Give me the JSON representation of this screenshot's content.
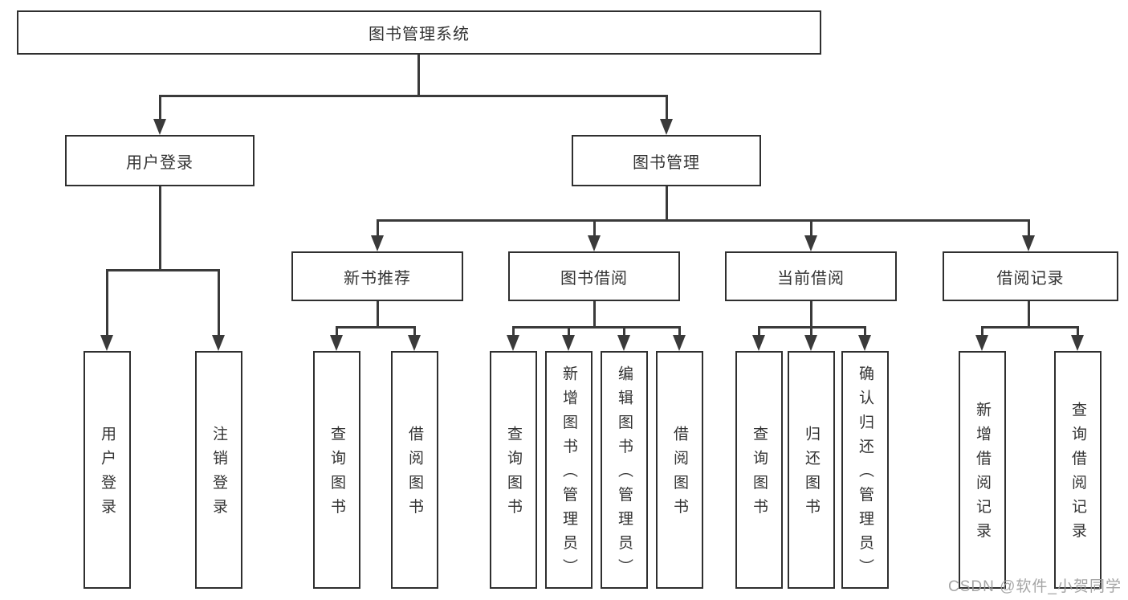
{
  "diagram": {
    "title": "图书管理系统",
    "colors": {
      "line": "#3a3a3a",
      "box_border": "#2f2f2f",
      "text": "#333333",
      "watermark": "#9c9c9c"
    },
    "branches": [
      {
        "label": "用户登录",
        "children": [
          {
            "label": "用户登录"
          },
          {
            "label": "注销登录"
          }
        ]
      },
      {
        "label": "图书管理",
        "children": [
          {
            "label": "新书推荐",
            "children": [
              {
                "label": "查询图书"
              },
              {
                "label": "借阅图书"
              }
            ]
          },
          {
            "label": "图书借阅",
            "children": [
              {
                "label": "查询图书"
              },
              {
                "label": "新增图书（管理员）"
              },
              {
                "label": "编辑图书（管理员）"
              },
              {
                "label": "借阅图书"
              }
            ]
          },
          {
            "label": "当前借阅",
            "children": [
              {
                "label": "查询图书"
              },
              {
                "label": "归还图书"
              },
              {
                "label": "确认归还（管理员）"
              }
            ]
          },
          {
            "label": "借阅记录",
            "children": [
              {
                "label": "新增借阅记录"
              },
              {
                "label": "查询借阅记录"
              }
            ]
          }
        ]
      }
    ],
    "watermark": "CSDN @软件_小贺同学"
  }
}
